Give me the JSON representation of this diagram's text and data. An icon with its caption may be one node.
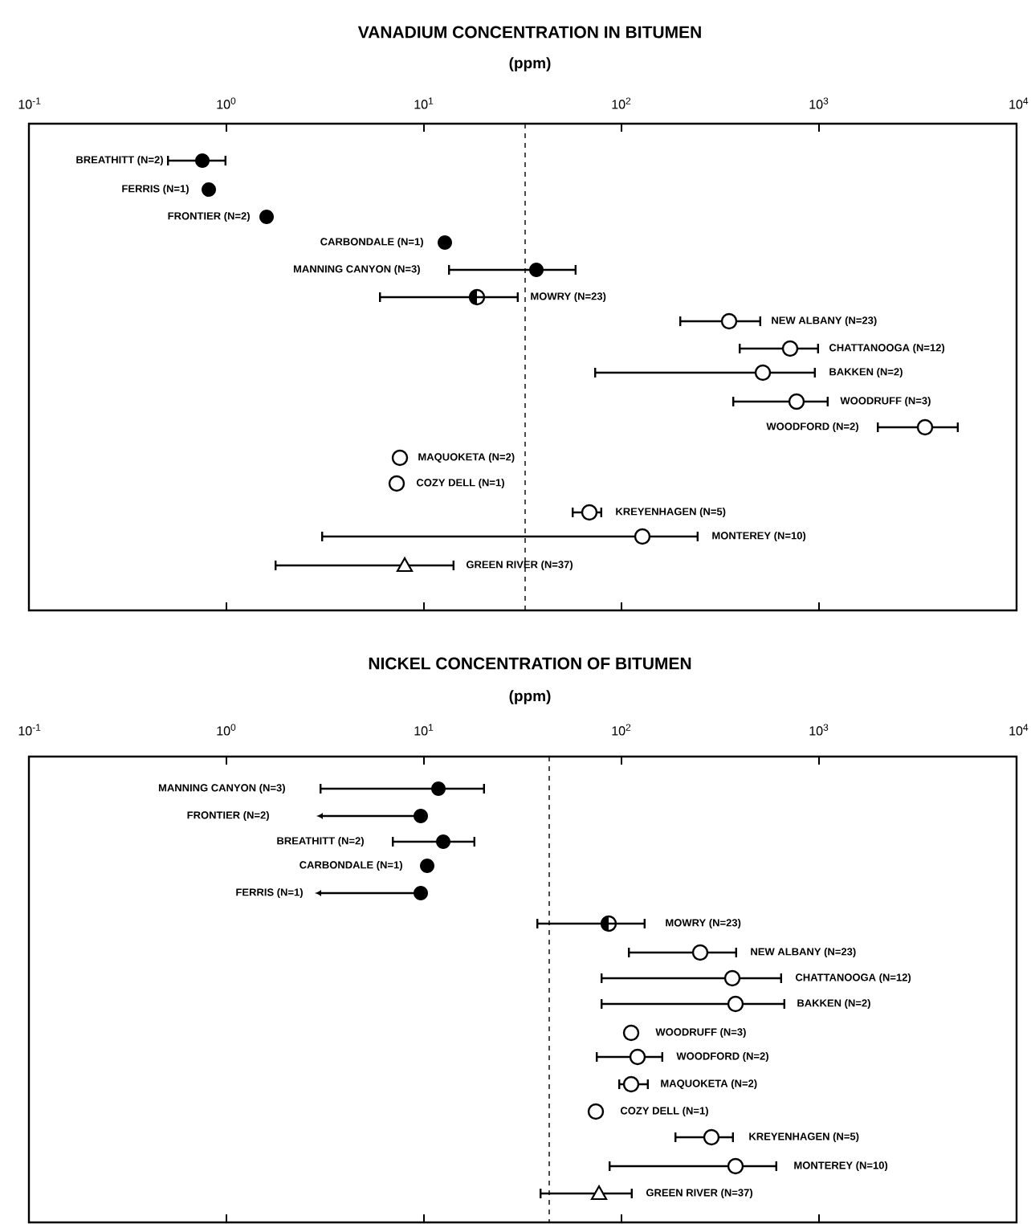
{
  "diagram": {
    "labels": [
      "VANADIUM CONCENTRATION IN BITUMEN",
      "(ppm)",
      "10$^{-1}$",
      "10$^{0}$",
      "10$^{1}$",
      "10$^{2}$",
      "10$^{3}$",
      "10$^{4}$",
      "BREATHITT (N=2)",
      "FERRIS (N=1)",
      "FRONTIER (N=2)",
      "CARBONDALE (N=1)",
      "MANNING CANYON (N=3)",
      "MOWRY (N=23)",
      "NEW ALBANY (N=23)",
      "CHATTANOOGA (N=12)",
      "BAKKEN (N=2)",
      "WOODRUFF (N=3)",
      "WOODFORD (N=2)",
      "MAQUOKETA (N=2)",
      "COZY DELL (N=1)",
      "KREYENHAGEN (N=5)",
      "MONTEREY (N=10)",
      "GREEN RIVER (N=37)",
      "NICKEL CONCENTRATION OF BITUMEN",
      "(ppm)",
      "10$^{-1}$",
      "10$^{0}$",
      "10$^{1}$",
      "10$^{2}$",
      "10$^{3}$",
      "10$^{4}$",
      "MANNING CANYON (N=3)",
      "FRONTIER (N=2)",
      "BREATHITT (N=2)",
      "CARBONDALE (N=1)",
      "FERRIS (N=1)",
      "MOWRY (N=23)",
      "NEW ALBANY (N=23)",
      "CHATTANOOGA (N=12)",
      "BAKKEN (N=2)",
      "WOODRUFF (N=3)",
      "WOODFORD (N=2)",
      "MAQUOKETA (N=2)",
      "COZY DELL (N=1)",
      "KREYENHAGEN (N=5)",
      "MONTEREY (N=10)",
      "GREEN RIVER (N=37)"
    ]
  }
}
